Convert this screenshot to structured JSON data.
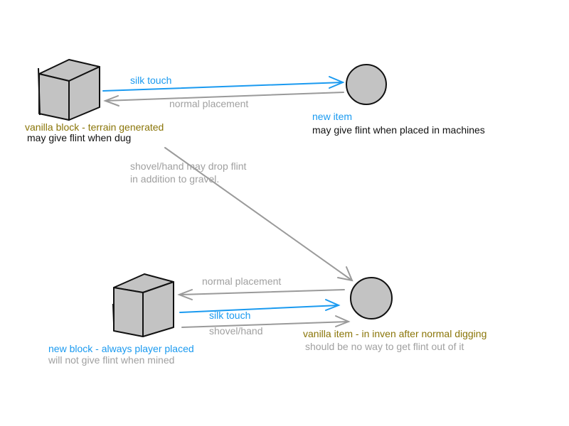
{
  "colors": {
    "blue": "#1a9af0",
    "gray": "#a0a0a0",
    "olive": "#8a7508",
    "black": "#111111",
    "shape_fill": "#c3c3c3"
  },
  "nodes": {
    "vanilla_block": {
      "title": "vanilla block - terrain generated",
      "subtitle": "may give flint when dug"
    },
    "new_item": {
      "title": "new item",
      "subtitle": "may give flint when placed in machines"
    },
    "new_block": {
      "title": "new block - always player placed",
      "subtitle": "will not give flint when mined"
    },
    "vanilla_item": {
      "title": "vanilla item - in inven after normal digging",
      "subtitle": "should be no way to get flint out of it"
    }
  },
  "edges": {
    "top_silk_touch": "silk touch",
    "top_normal_placement": "normal placement",
    "diagonal_line1": "shovel/hand  may drop flint",
    "diagonal_line2": "in addition to gravel.",
    "bottom_normal_placement": "normal placement",
    "bottom_silk_touch": "silk touch",
    "bottom_shovel_hand": "shovel/hand"
  }
}
